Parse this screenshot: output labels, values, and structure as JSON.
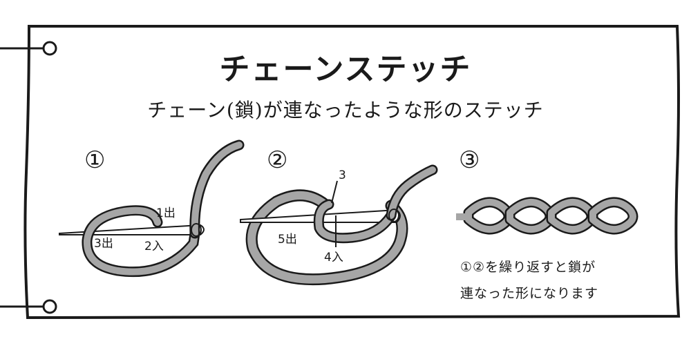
{
  "title": "チェーンステッチ",
  "subtitle": "チェーン(鎖)が連なったような形のステッチ",
  "steps": [
    {
      "number": "①",
      "labels": {
        "out1": "1出",
        "in2": "2入",
        "out3": "3出"
      }
    },
    {
      "number": "②",
      "labels": {
        "pt3": "3",
        "in4": "4入",
        "out5": "5出"
      }
    },
    {
      "number": "③",
      "note_line1": "①②を繰り返すと鎖が",
      "note_line2": "連なった形になります"
    }
  ],
  "colors": {
    "thread": "#a6a6a6",
    "outline": "#1a1a1a",
    "needle": "#ffffff",
    "paper": "#ffffff"
  }
}
